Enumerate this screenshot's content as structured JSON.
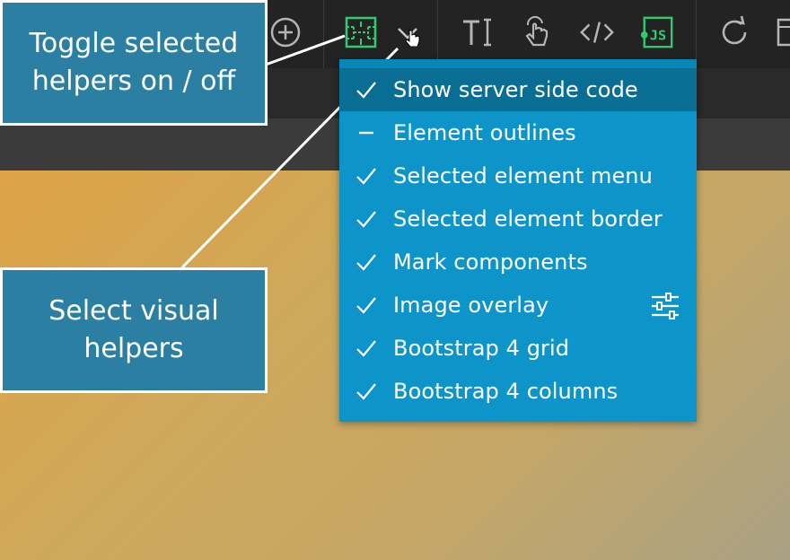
{
  "toolbar": {
    "icons": [
      {
        "name": "add-icon"
      },
      {
        "name": "visual-helpers-icon"
      },
      {
        "name": "chevron-down-icon"
      },
      {
        "name": "text-edit-icon"
      },
      {
        "name": "interaction-icon"
      },
      {
        "name": "code-icon"
      },
      {
        "name": "javascript-icon",
        "text": "JS"
      },
      {
        "name": "refresh-icon"
      }
    ]
  },
  "menu": {
    "items": [
      {
        "label": "Show server side code",
        "state": "checked",
        "active": true
      },
      {
        "label": "Element outlines",
        "state": "partial"
      },
      {
        "label": "Selected element menu",
        "state": "checked"
      },
      {
        "label": "Selected element border",
        "state": "checked"
      },
      {
        "label": "Mark components",
        "state": "checked"
      },
      {
        "label": "Image overlay",
        "state": "checked",
        "has_settings": true
      },
      {
        "label": "Bootstrap 4 grid",
        "state": "checked"
      },
      {
        "label": "Bootstrap 4 columns",
        "state": "checked"
      }
    ]
  },
  "callouts": {
    "toggle": "Toggle selected\nhelpers on / off",
    "select": "Select visual\nhelpers"
  },
  "colors": {
    "menu_bg": "#0d95c9",
    "menu_active": "#0a6e94",
    "callout_bg": "#2a7fa3",
    "icon_green": "#2ecc71",
    "icon_gray": "#b5b5b5"
  }
}
